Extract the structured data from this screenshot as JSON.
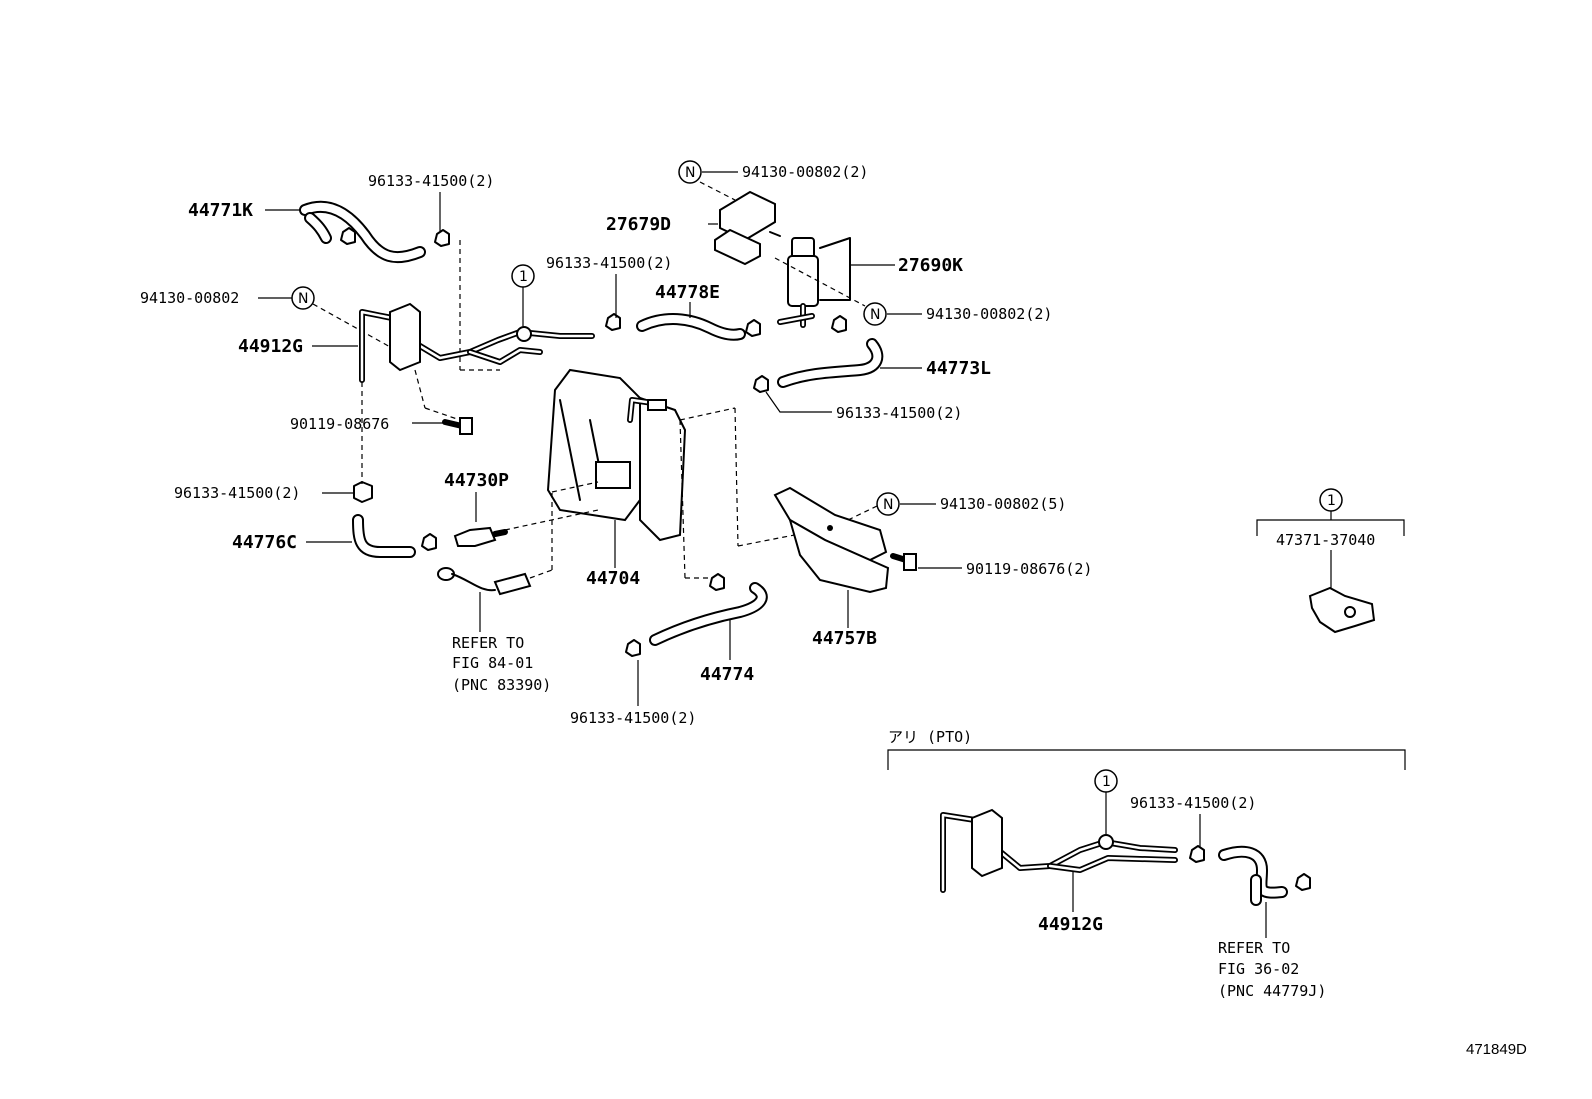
{
  "labels": {
    "hose_44771k": "44771K",
    "clip_top_left": "96133-41500(2)",
    "screw_top": "94130-00802(2)",
    "bracket_27679d": "27679D",
    "valve_27690k": "27690K",
    "screw_left": "94130-00802",
    "clip_mid": "96133-41500(2)",
    "hose_44778e": "44778E",
    "screw_right": "94130-00802(2)",
    "pipe_44912g": "44912G",
    "hose_44773l": "44773L",
    "clip_right": "96133-41500(2)",
    "bolt_left": "90119-08676",
    "sensor_44730p": "44730P",
    "clip_left_lower": "96133-41500(2)",
    "screw_bracket": "94130-00802(5)",
    "hose_44776c": "44776C",
    "tank_44704": "44704",
    "bolt_right": "90119-08676(2)",
    "bracket_44757b": "44757B",
    "hose_44774": "44774",
    "clip_bottom": "96133-41500(2)",
    "pipe_44912g_pto": "44912G",
    "clip_pto": "96133-41500(2)",
    "clamp_part": "47371-37040"
  },
  "notes": {
    "refer_sensor": [
      "REFER TO",
      "FIG 84-01",
      "(PNC 83390)"
    ],
    "refer_pto": [
      "REFER TO",
      "FIG 36-02",
      "(PNC 44779J)"
    ]
  },
  "callouts": {
    "n_symbol": "N",
    "one_symbol": "1"
  },
  "pto_section_title": "アリ (PTO)",
  "figure_id": "471849D"
}
